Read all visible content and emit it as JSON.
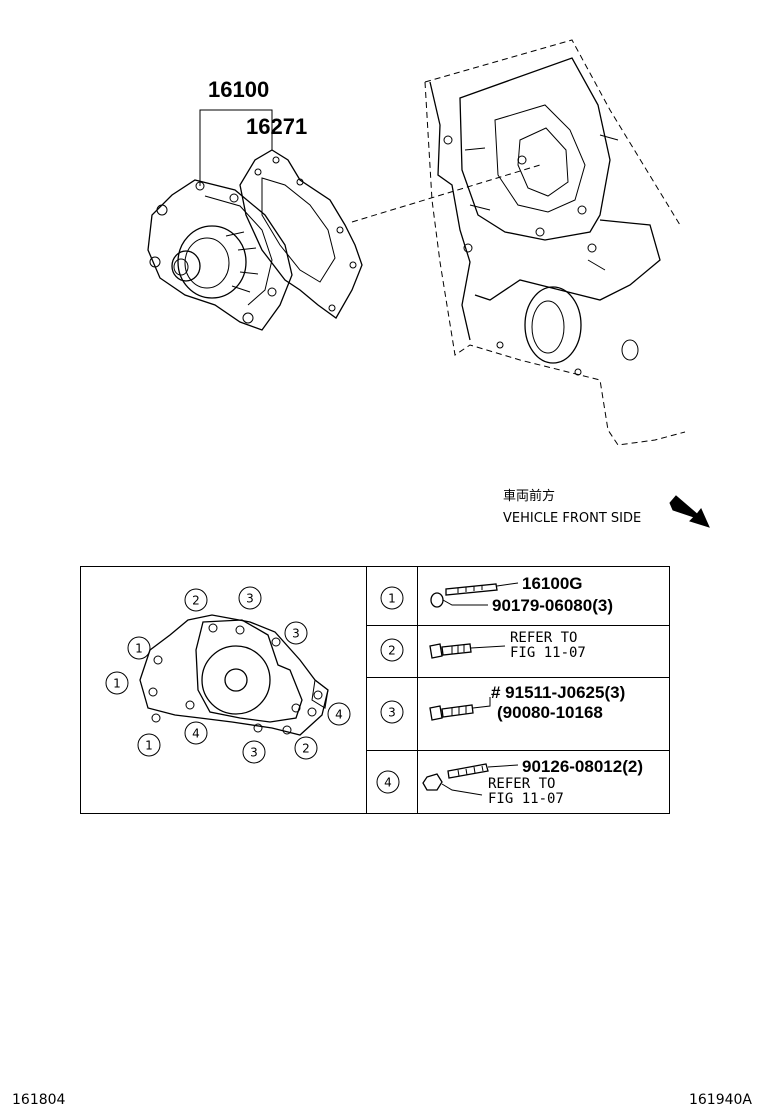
{
  "callouts": {
    "pump_assembly": "16100",
    "gasket": "16271"
  },
  "direction_note": {
    "japanese": "車両前方",
    "english": "VEHICLE FRONT SIDE"
  },
  "fastener_table": {
    "rows": [
      {
        "key": "1",
        "part_a": "16100G",
        "part_b": "90179-06080(3)"
      },
      {
        "key": "2",
        "ref_line1": "REFER TO",
        "ref_line2": "FIG 11-07"
      },
      {
        "key": "3",
        "part_a": "# 91511-J0625(3)",
        "part_b": "(90080-10168"
      },
      {
        "key": "4",
        "part_a": "90126-08012(2)",
        "ref_line1": "REFER TO",
        "ref_line2": "FIG 11-07"
      }
    ]
  },
  "location_markers": [
    "2",
    "3",
    "3",
    "1",
    "1",
    "4",
    "1",
    "4",
    "3",
    "2"
  ],
  "footer": {
    "left_code": "161804",
    "right_code": "161940A"
  }
}
